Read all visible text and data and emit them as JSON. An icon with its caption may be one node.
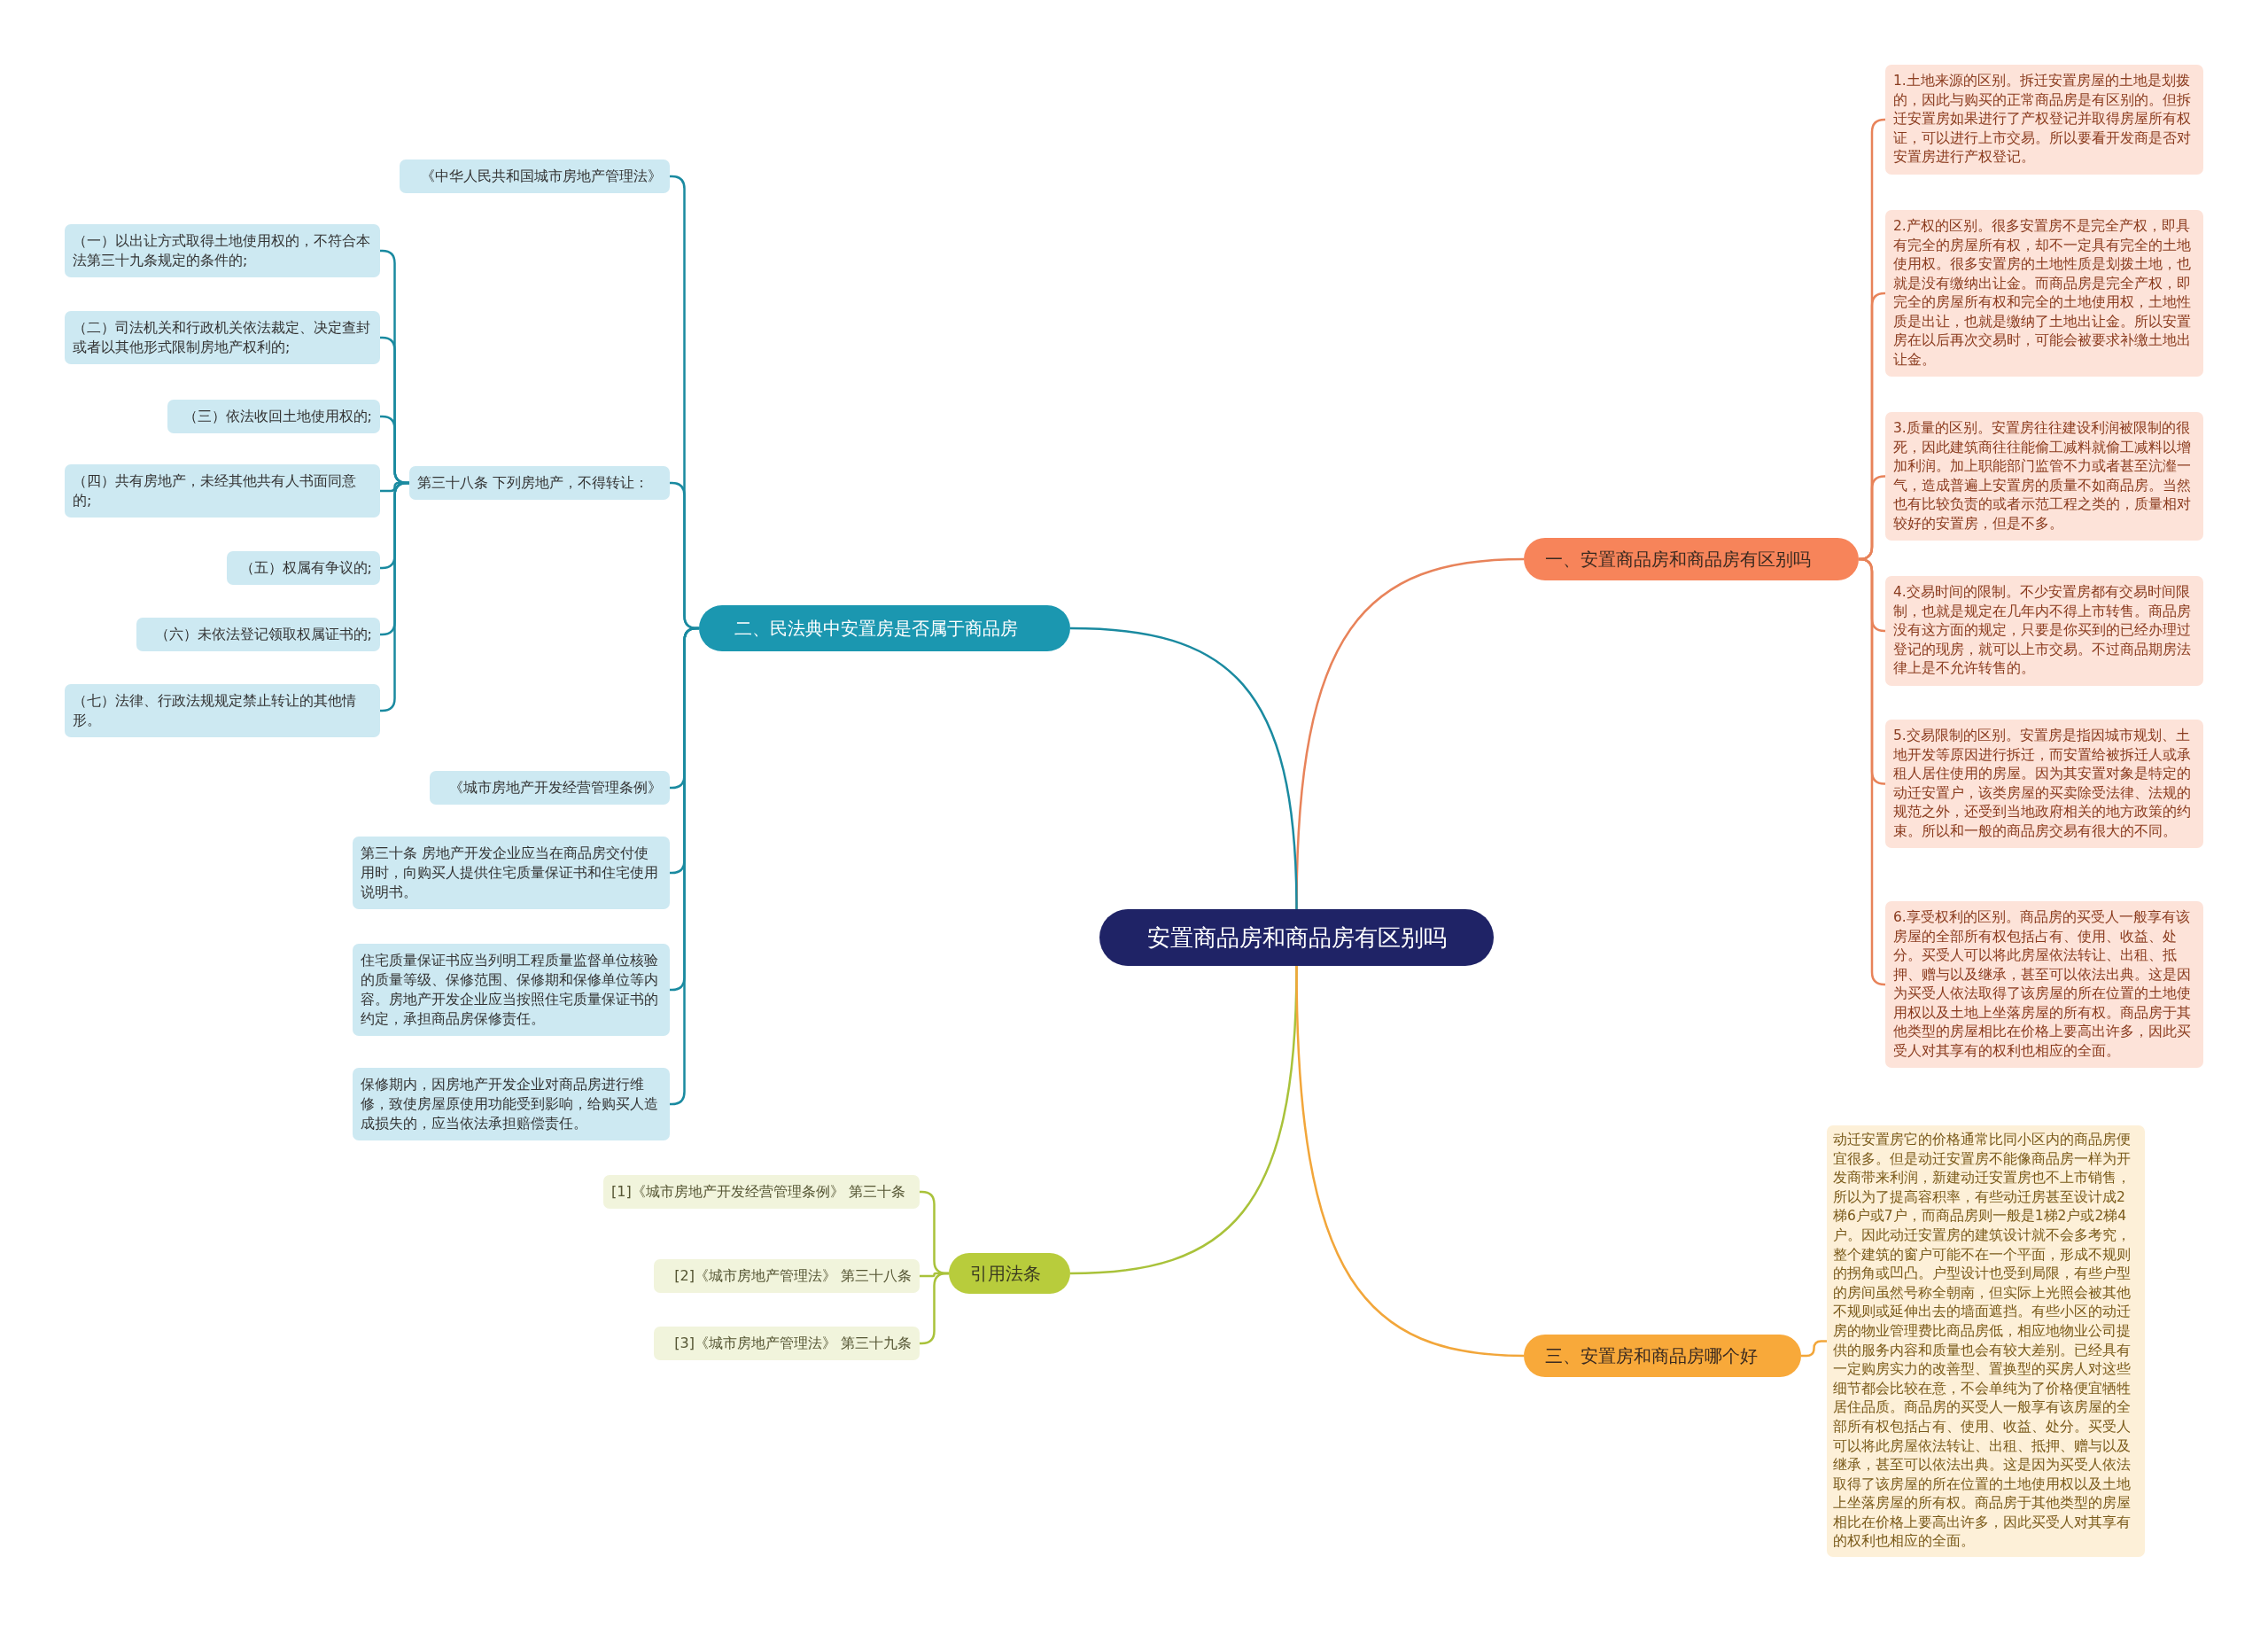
{
  "diagram": {
    "nodes": [
      {
        "text": [
          "安置商品房和商品房有区别吗"
        ]
      },
      {
        "text": [
          "一、安置商品房和商品房有区别吗"
        ]
      },
      {
        "text": [
          "1.土地来源的区别。拆迁安置房屋的土地是划拨的，因此与购买的正常商品房是有区别的。但拆迁安置房如果进行了产权登记并取得房屋所有权证，可以进行上市交易。所以要看开发商是否对安置房进行产权登记。"
        ]
      },
      {
        "text": [
          "2.产权的区别。很多安置房不是完全产权，即具有完全的房屋所有权，却不一定具有完全的土地使用权。很多安置房的土地性质是划拨土地，也就是没有缴纳出让金。而商品房是完全产权，即完全的房屋所有权和完全的土地使用权，土地性质是出让，也就是缴纳了土地出让金。所以安置房在以后再次交易时，可能会被要求补缴土地出让金。"
        ]
      },
      {
        "text": [
          "3.质量的区别。安置房往往建设利润被限制的很死，因此建筑商往往能偷工减料就偷工减料以增加利润。加上职能部门监管不力或者甚至沆瀣一气，造成普遍上安置房的质量不如商品房。当然也有比较负责的或者示范工程之类的，质量相对较好的安置房，但是不多。"
        ]
      },
      {
        "text": [
          "4.交易时间的限制。不少安置房都有交易时间限制，也就是规定在几年内不得上市转售。商品房没有这方面的规定，只要是你买到的已经办理过登记的现房，就可以上市交易。不过商品期房法律上是不允许转售的。"
        ]
      },
      {
        "text": [
          "5.交易限制的区别。安置房是指因城市规划、土地开发等原因进行拆迁，而安置给被拆迁人或承租人居住使用的房屋。因为其安置对象是特定的动迁安置户，该类房屋的买卖除受法律、法规的规范之外，还受到当地政府相关的地方政策的约束。所以和一般的商品房交易有很大的不同。"
        ]
      },
      {
        "text": [
          "6.享受权利的区别。商品房的买受人一般享有该房屋的全部所有权包括占有、使用、收益、处分。买受人可以将此房屋依法转让、出租、抵押、赠与以及继承，甚至可以依法出典。这是因为买受人依法取得了该房屋的所在位置的土地使用权以及土地上坐落房屋的所有权。商品房于其他类型的房屋相比在价格上要高出许多，因此买受人对其享有的权利也相应的全面。"
        ]
      },
      {
        "text": [
          "二、民法典中安置房是否属于商品房"
        ]
      },
      {
        "text": [
          "《中华人民共和国城市房地产管理法》"
        ]
      },
      {
        "text": [
          "第三十八条 下列房地产，不得转让："
        ]
      },
      {
        "text": [
          "（一）以出让方式取得土地使用权的，不符合本法第三十九条规定的条件的;"
        ]
      },
      {
        "text": [
          "（二）司法机关和行政机关依法裁定、决定查封或者以其他形式限制房地产权利的;"
        ]
      },
      {
        "text": [
          "（三）依法收回土地使用权的;"
        ]
      },
      {
        "text": [
          "（四）共有房地产，未经其他共有人书面同意的;"
        ]
      },
      {
        "text": [
          "（五）权属有争议的;"
        ]
      },
      {
        "text": [
          "（六）未依法登记领取权属证书的;"
        ]
      },
      {
        "text": [
          "（七）法律、行政法规规定禁止转让的其他情形。"
        ]
      },
      {
        "text": [
          "《城市房地产开发经营管理条例》"
        ]
      },
      {
        "text": [
          "第三十条 房地产开发企业应当在商品房交付使用时，向购买人提供住宅质量保证书和住宅使用说明书。"
        ]
      },
      {
        "text": [
          "住宅质量保证书应当列明工程质量监督单位核验的质量等级、保修范围、保修期和保修单位等内容。房地产开发企业应当按照住宅质量保证书的约定，承担商品房保修责任。"
        ]
      },
      {
        "text": [
          "保修期内，因房地产开发企业对商品房进行维修，致使房屋原使用功能受到影响，给购买人造成损失的，应当依法承担赔偿责任。"
        ]
      },
      {
        "text": [
          "引用法条"
        ]
      },
      {
        "text": [
          "[1]《城市房地产开发经营管理条例》 第三十条"
        ]
      },
      {
        "text": [
          "[2]《城市房地产管理法》 第三十八条"
        ]
      },
      {
        "text": [
          "[3]《城市房地产管理法》 第三十九条"
        ]
      },
      {
        "text": [
          "三、安置房和商品房哪个好"
        ]
      },
      {
        "text": [
          "动迁安置房它的价格通常比同小区内的商品房便宜很多。但是动迁安置房不能像商品房一样为开发商带来利润，新建动迁安置房也不上市销售，所以为了提高容积率，有些动迁房甚至设计成2梯6户或7户，而商品房则一般是1梯2户或2梯4户。因此动迁安置房的建筑设计就不会多考究，整个建筑的窗户可能不在一个平面，形成不规则的拐角或凹凸。户型设计也受到局限，有些户型的房间虽然号称全朝南，但实际上光照会被其他不规则或延伸出去的墙面遮挡。有些小区的动迁房的物业管理费比商品房低，相应地物业公司提供的服务内容和质量也会有较大差别。已经具有一定购房实力的改善型、置换型的买房人对这些细节都会比较在意，不会单纯为了价格便宜牺牲居住品质。商品房的买受人一般享有该房屋的全部所有权包括占有、使用、收益、处分。买受人可以将此房屋依法转让、出租、抵押、赠与以及继承，甚至可以依法出典。这是因为买受人依法取得了该房屋的所在位置的土地使用权以及土地上坐落房屋的所有权。商品房于其他类型的房屋相比在价格上要高出许多，因此买受人对其享有的权利也相应的全面。"
        ]
      }
    ],
    "edges": [
      {
        "from": 0,
        "to": 1,
        "arrow": "none",
        "color": "#e8835a"
      },
      {
        "from": 1,
        "to": 2,
        "arrow": "none",
        "color": "#e8835a"
      },
      {
        "from": 1,
        "to": 3,
        "arrow": "none",
        "color": "#e8835a"
      },
      {
        "from": 1,
        "to": 4,
        "arrow": "none",
        "color": "#e8835a"
      },
      {
        "from": 1,
        "to": 5,
        "arrow": "none",
        "color": "#e8835a"
      },
      {
        "from": 1,
        "to": 6,
        "arrow": "none",
        "color": "#e8835a"
      },
      {
        "from": 1,
        "to": 7,
        "arrow": "none",
        "color": "#e8835a"
      },
      {
        "from": 0,
        "to": 8,
        "arrow": "none"
      },
      {
        "from": 8,
        "to": 9,
        "arrow": "none"
      },
      {
        "from": 8,
        "to": 10,
        "arrow": "none"
      },
      {
        "from": 10,
        "to": 11,
        "arrow": "none"
      },
      {
        "from": 10,
        "to": 12,
        "arrow": "none"
      },
      {
        "from": 10,
        "to": 13,
        "arrow": "none"
      },
      {
        "from": 10,
        "to": 14,
        "arrow": "none"
      },
      {
        "from": 10,
        "to": 15,
        "arrow": "none"
      },
      {
        "from": 10,
        "to": 16,
        "arrow": "none"
      },
      {
        "from": 10,
        "to": 17,
        "arrow": "none"
      },
      {
        "from": 8,
        "to": 18,
        "arrow": "none"
      },
      {
        "from": 8,
        "to": 19,
        "arrow": "none"
      },
      {
        "from": 8,
        "to": 20,
        "arrow": "none"
      },
      {
        "from": 8,
        "to": 21,
        "arrow": "none"
      },
      {
        "from": 0,
        "to": 22,
        "arrow": "none",
        "color": "#a9c23a"
      },
      {
        "from": 22,
        "to": 23,
        "arrow": "none",
        "color": "#a9c23a"
      },
      {
        "from": 22,
        "to": 24,
        "arrow": "none",
        "color": "#a9c23a"
      },
      {
        "from": 22,
        "to": 25,
        "arrow": "none",
        "color": "#a9c23a"
      },
      {
        "from": 0,
        "to": 26,
        "arrow": "none",
        "color": "#f2a63a"
      },
      {
        "from": 26,
        "to": 27,
        "arrow": "none",
        "color": "#f2a63a"
      }
    ]
  }
}
